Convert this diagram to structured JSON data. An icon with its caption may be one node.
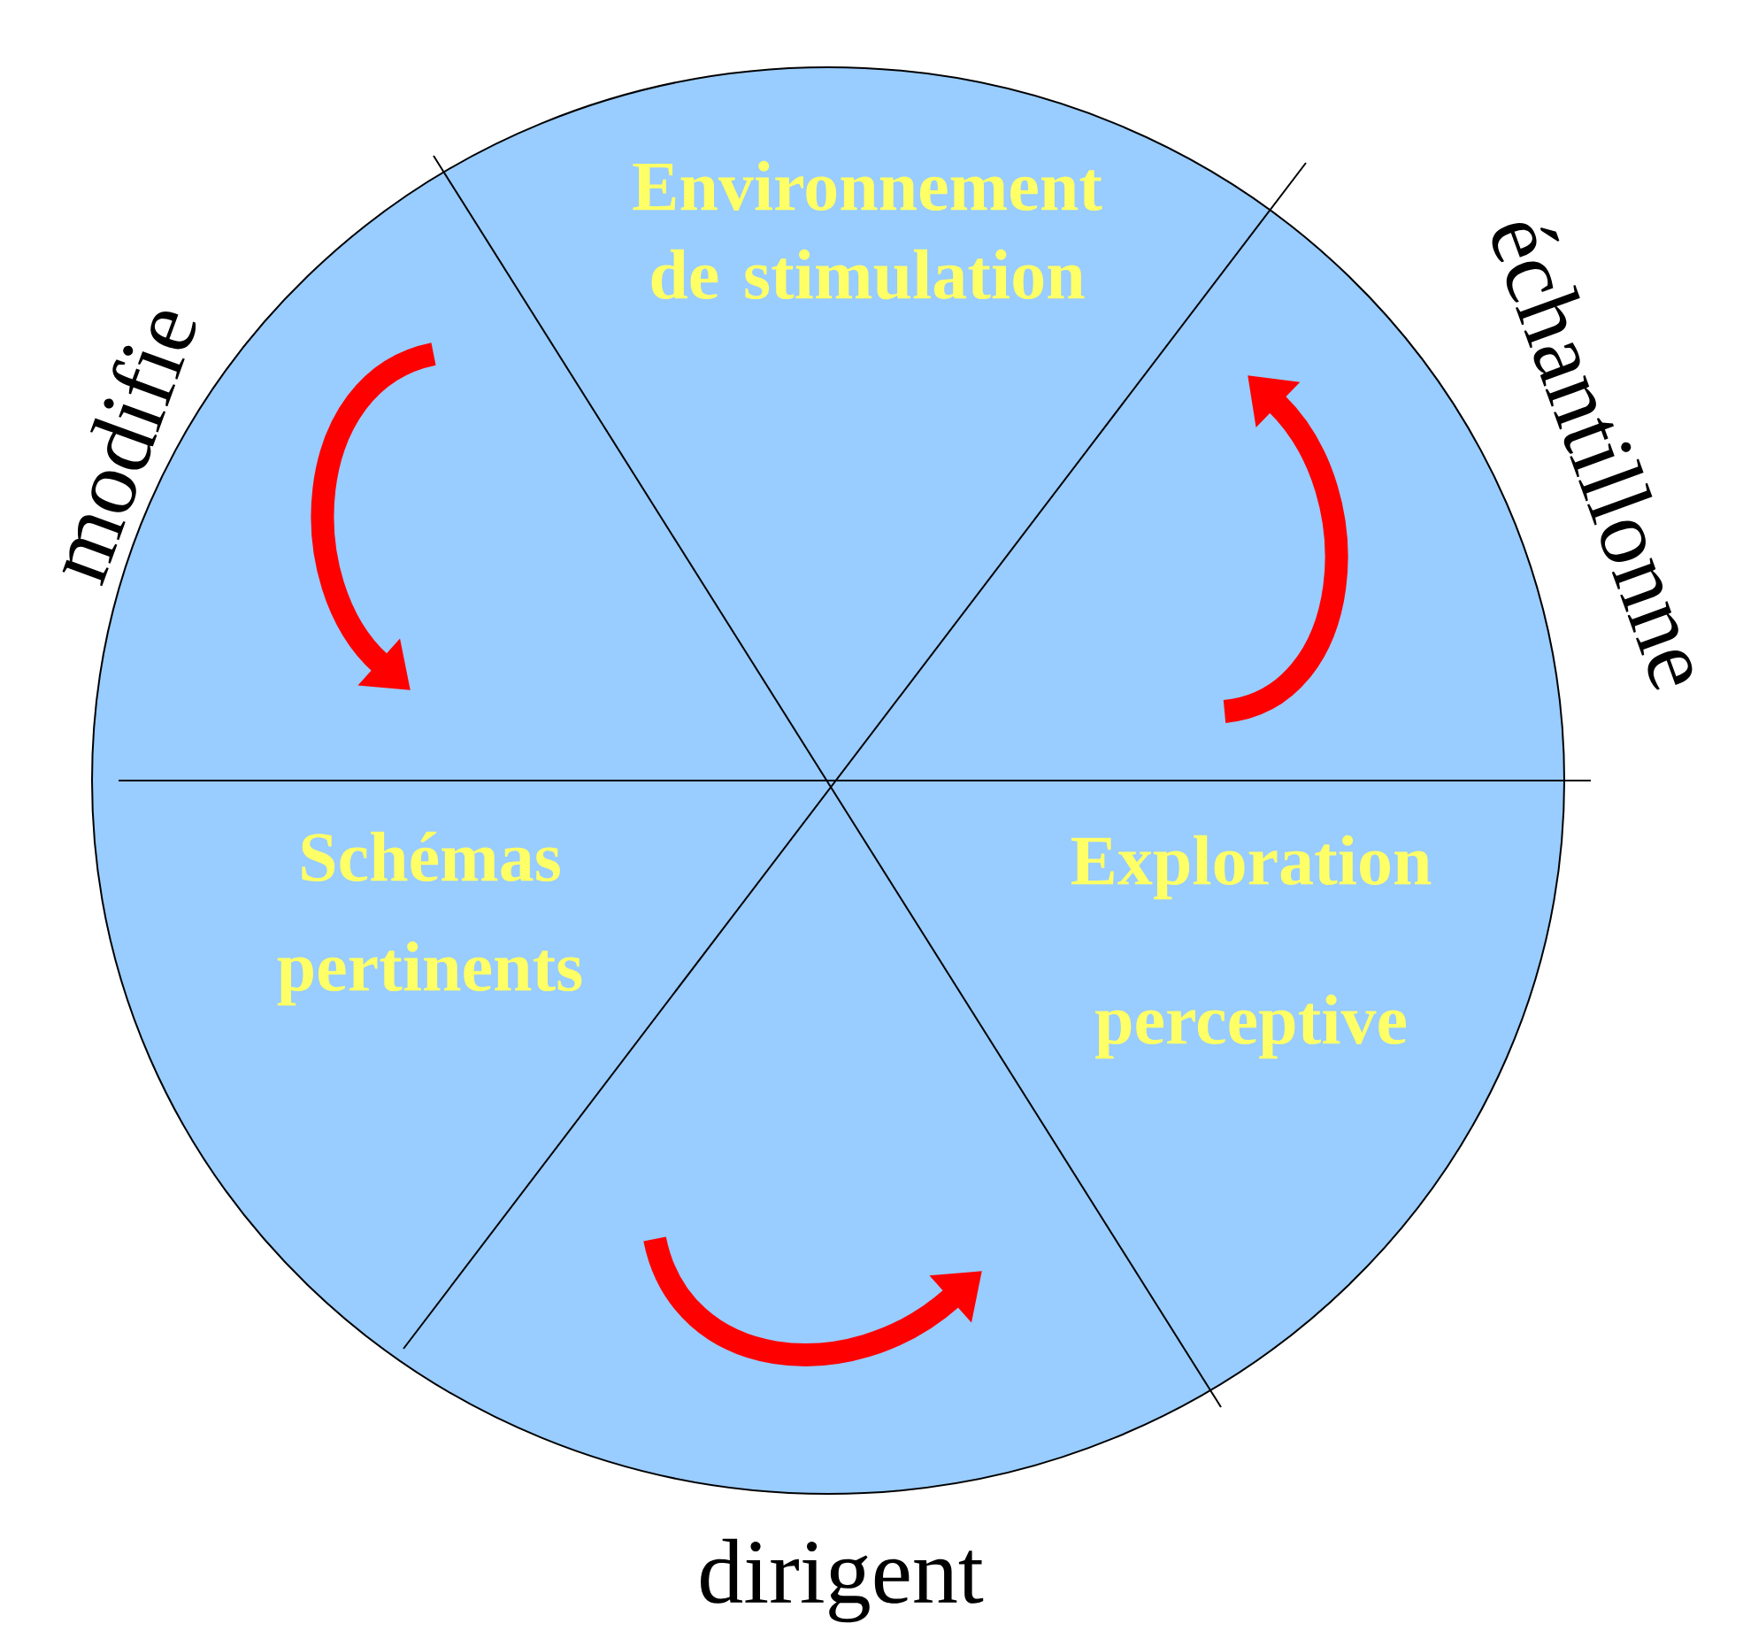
{
  "diagram": {
    "nodes": [
      {
        "text": [
          "Environnement de stimulation"
        ]
      },
      {
        "text": [
          "Exploration perceptive"
        ]
      },
      {
        "text": [
          "Schémas pertinents"
        ]
      }
    ],
    "labels": [
      "modifie",
      "échantillonne",
      "dirigent"
    ]
  }
}
